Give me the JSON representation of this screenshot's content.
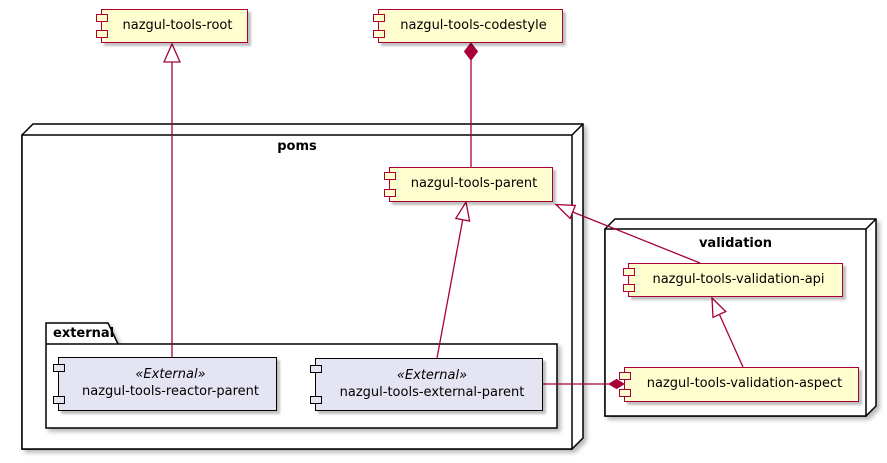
{
  "diagram": {
    "type": "uml-component-diagram",
    "colors": {
      "background": "#FFFFFF",
      "component_fill": "#FEFECE",
      "component_border": "#A80036",
      "external_component_fill": "#E4E4F2",
      "external_component_border": "#000000",
      "container_border": "#000000",
      "relation": "#A80036",
      "text": "#000000"
    },
    "containers": {
      "poms": {
        "label": "poms",
        "shape": "node-3d"
      },
      "external": {
        "label": "external",
        "shape": "folder"
      },
      "validation": {
        "label": "validation",
        "shape": "node-3d"
      }
    },
    "components": {
      "root": {
        "label": "nazgul-tools-root"
      },
      "codestyle": {
        "label": "nazgul-tools-codestyle"
      },
      "parent": {
        "label": "nazgul-tools-parent"
      },
      "validation_api": {
        "label": "nazgul-tools-validation-api"
      },
      "validation_aspect": {
        "label": "nazgul-tools-validation-aspect"
      },
      "reactor_parent": {
        "stereotype": "«External»",
        "label": "nazgul-tools-reactor-parent"
      },
      "external_parent": {
        "stereotype": "«External»",
        "label": "nazgul-tools-external-parent"
      }
    },
    "relations": [
      {
        "from": "nazgul-tools-reactor-parent",
        "to": "nazgul-tools-root",
        "type": "generalization"
      },
      {
        "from": "nazgul-tools-parent",
        "to": "nazgul-tools-codestyle",
        "type": "composition"
      },
      {
        "from": "nazgul-tools-external-parent",
        "to": "nazgul-tools-parent",
        "type": "generalization"
      },
      {
        "from": "nazgul-tools-validation-api",
        "to": "nazgul-tools-parent",
        "type": "generalization"
      },
      {
        "from": "nazgul-tools-validation-aspect",
        "to": "nazgul-tools-validation-api",
        "type": "generalization"
      },
      {
        "from": "nazgul-tools-external-parent",
        "to": "nazgul-tools-validation-aspect",
        "type": "composition"
      }
    ]
  }
}
